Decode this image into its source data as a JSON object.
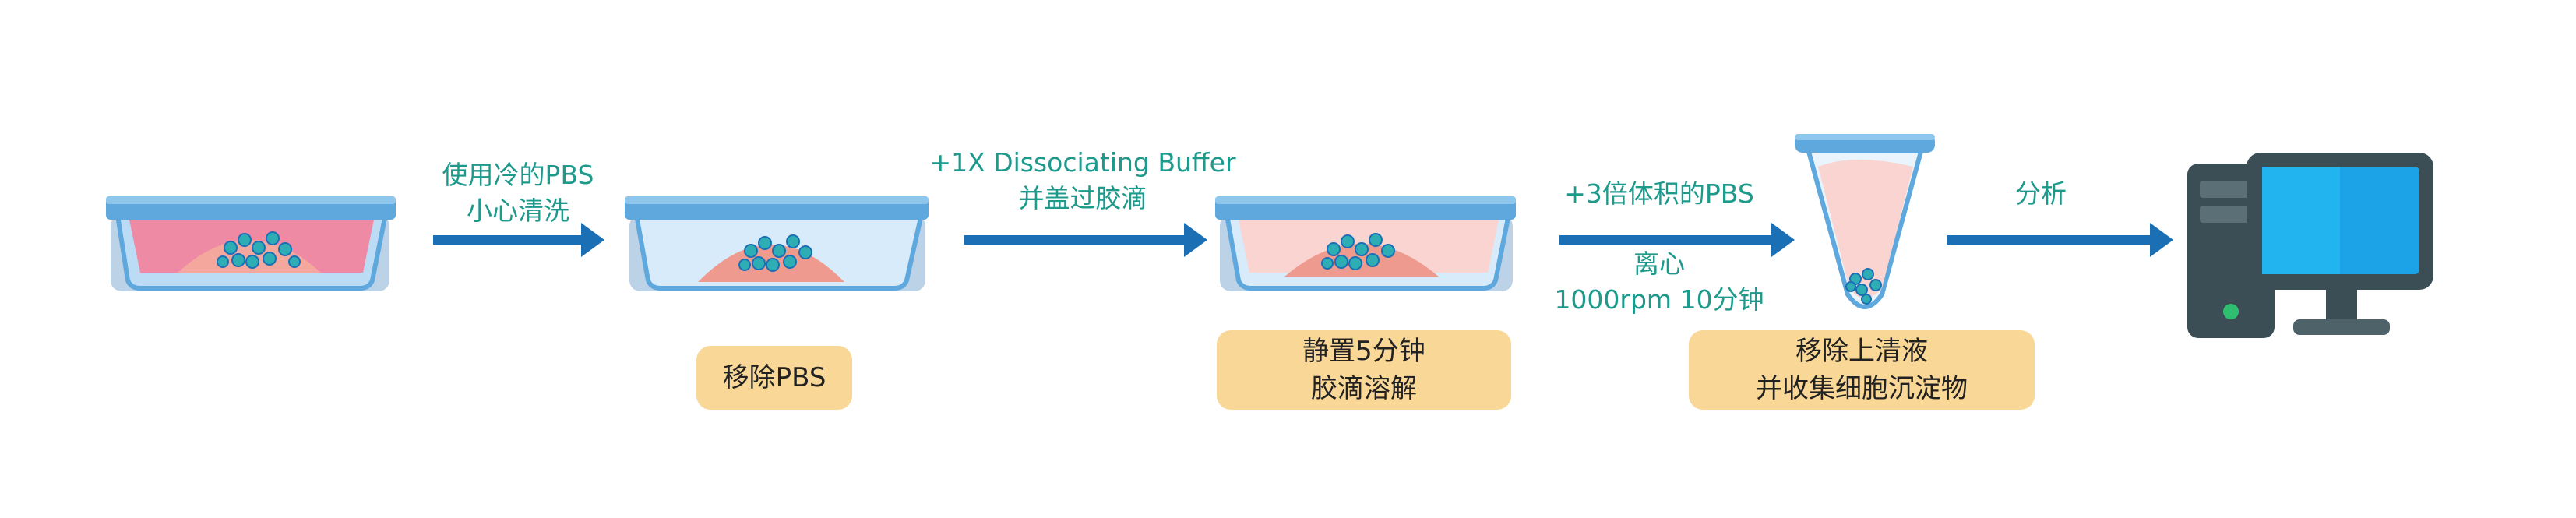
{
  "steps": [
    {
      "arrow_text": [
        "使用冷的PBS",
        "小心清洗"
      ]
    },
    {
      "box_text": [
        "移除PBS"
      ]
    },
    {
      "arrow_text": [
        "+1X Dissociating Buffer",
        "并盖过胶滴"
      ]
    },
    {
      "box_text": [
        "静置5分钟",
        "胶滴溶解"
      ]
    },
    {
      "arrow_text_top": [
        "+3倍体积的PBS"
      ],
      "arrow_text_bottom": [
        "离心",
        "1000rpm 10分钟"
      ]
    },
    {
      "box_text": [
        "移除上清液",
        "并收集细胞沉淀物"
      ]
    },
    {
      "arrow_text": [
        "分析"
      ]
    }
  ],
  "colors": {
    "arrow": "#1b6fb5",
    "label_text": "#1d9a8c",
    "box_fill": "#f9d797",
    "dish_lid": "#5fa8de",
    "dish_body": "#bcdcf6",
    "medium_pink": "#ef8aa4",
    "medium_light": "#f9d4d0",
    "dome": "#ef9a8e",
    "cell": "#2eaeb4",
    "monitor_screen": "#1ca2e6",
    "computer_dark": "#3b4e55"
  },
  "icons": [
    "petri-dish-icon",
    "centrifuge-tube-icon",
    "computer-icon"
  ]
}
